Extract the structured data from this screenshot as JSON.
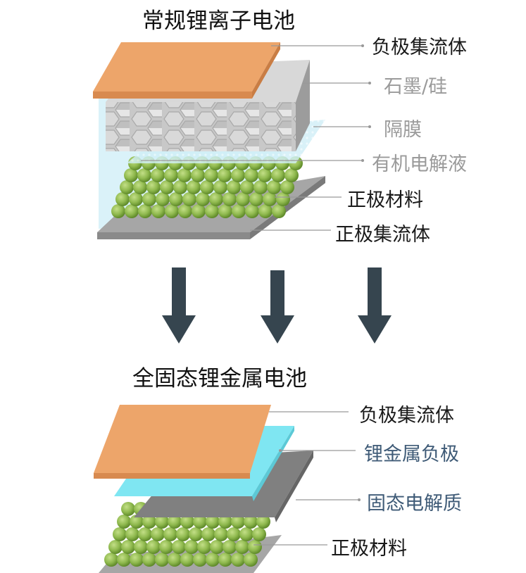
{
  "top": {
    "title": "常规锂离子电池",
    "labels": {
      "anode_collector": "负极集流体",
      "graphite": "石墨/硅",
      "separator": "隔膜",
      "electrolyte": "有机电解液",
      "cathode": "正极材料",
      "cathode_collector": "正极集流体"
    }
  },
  "bottom": {
    "title": "全固态锂金属电池",
    "labels": {
      "anode_collector": "负极集流体",
      "lithium_anode": "锂金属负极",
      "solid_electrolyte": "固态电解质",
      "cathode": "正极材料"
    }
  },
  "colors": {
    "copper": "#eda56a",
    "graphite": "#bdbdbd",
    "separator": "#b9e3ee",
    "electrolyte": "#d3f0f8",
    "cathode_ball": "#8fb94e",
    "collector_gray": "#a6a6a6",
    "lithium_cyan": "#7fe6f2",
    "solid_gray": "#808080",
    "arrow": "#36454f"
  }
}
